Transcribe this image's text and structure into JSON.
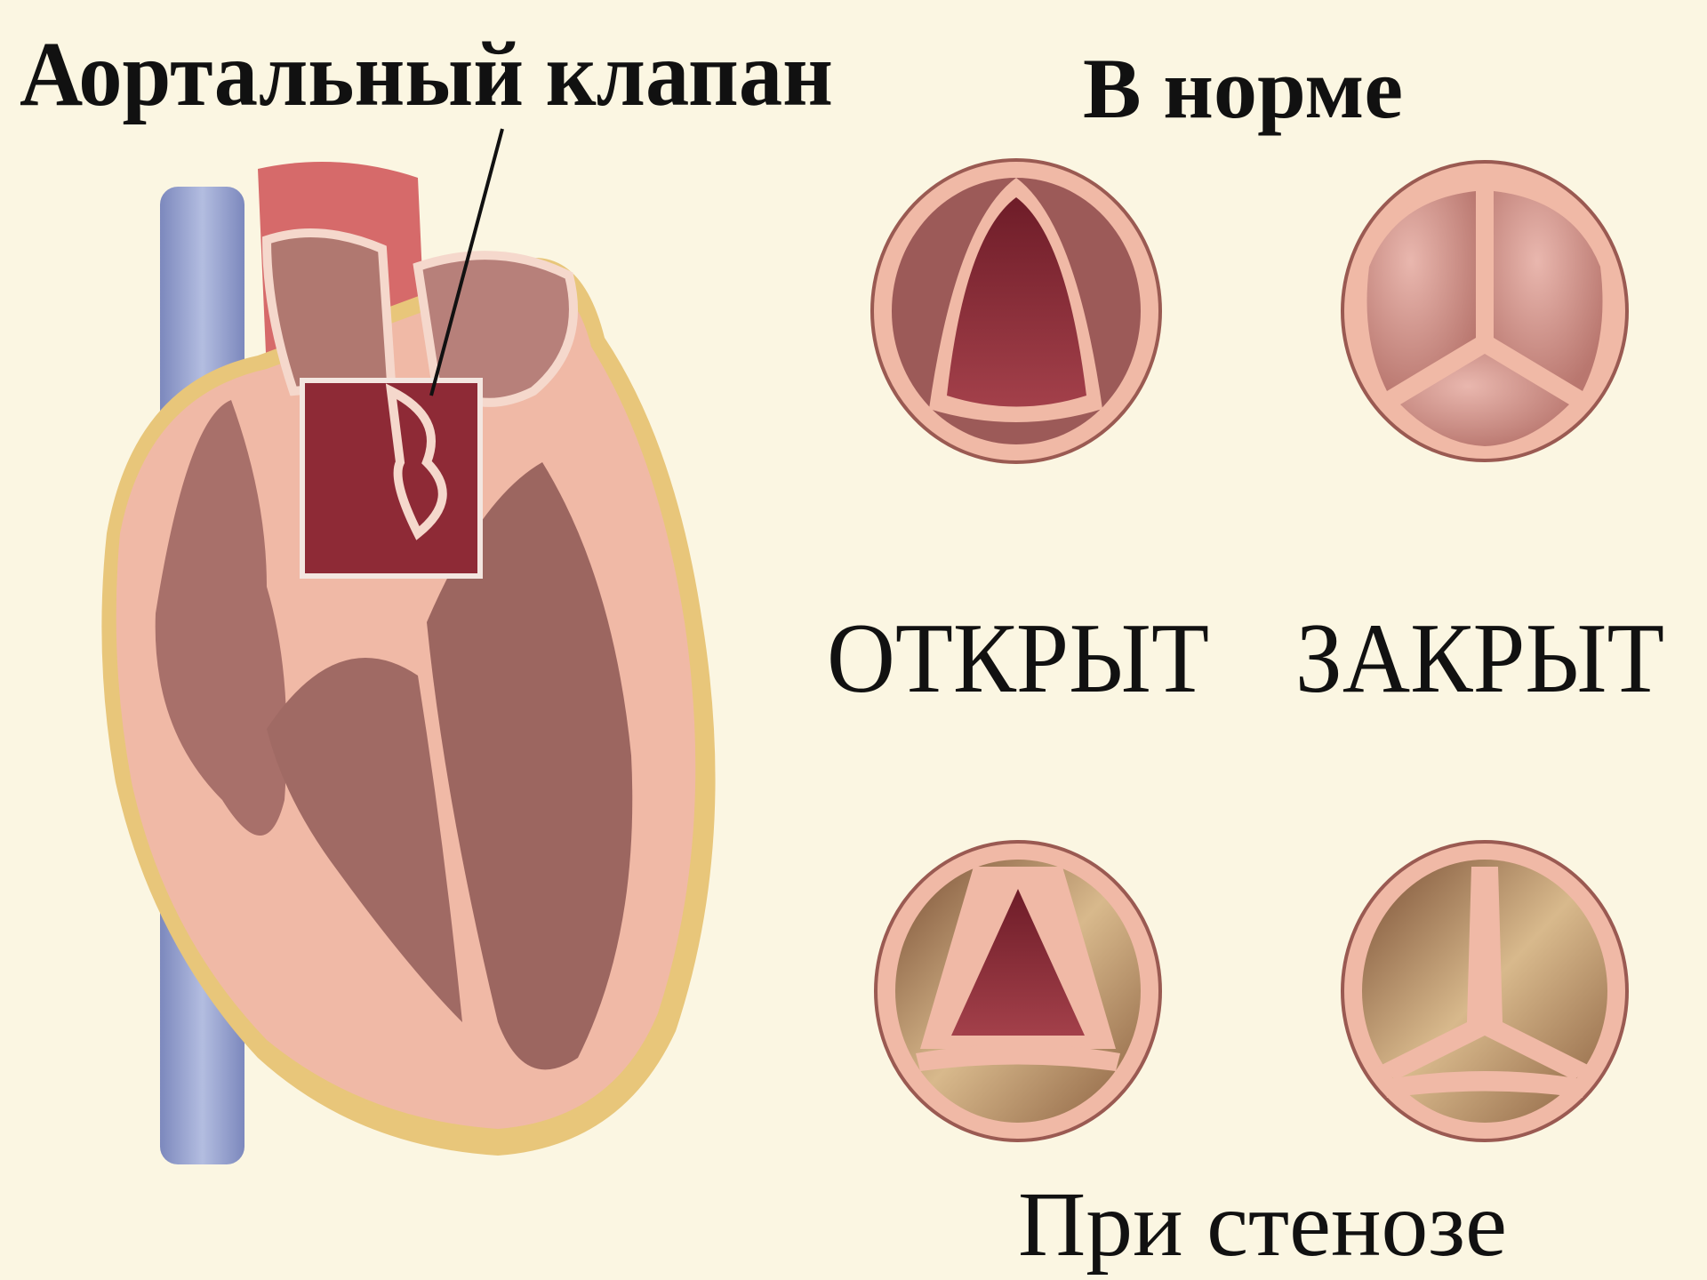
{
  "labels": {
    "aortic_valve": "Аортальный клапан",
    "normal": "В норме",
    "open": "ОТКРЫТ",
    "closed": "ЗАКРЫТ",
    "stenosis": "При стенозе"
  },
  "colors": {
    "background": "#fbf6e2",
    "tissue_pink": "#f0b9a6",
    "muscle": "#a8706a",
    "blood": "#8e2a36",
    "vein_blue": "#8f9ccc",
    "fat": "#e8c67a",
    "calcification": "#b08a5a"
  }
}
